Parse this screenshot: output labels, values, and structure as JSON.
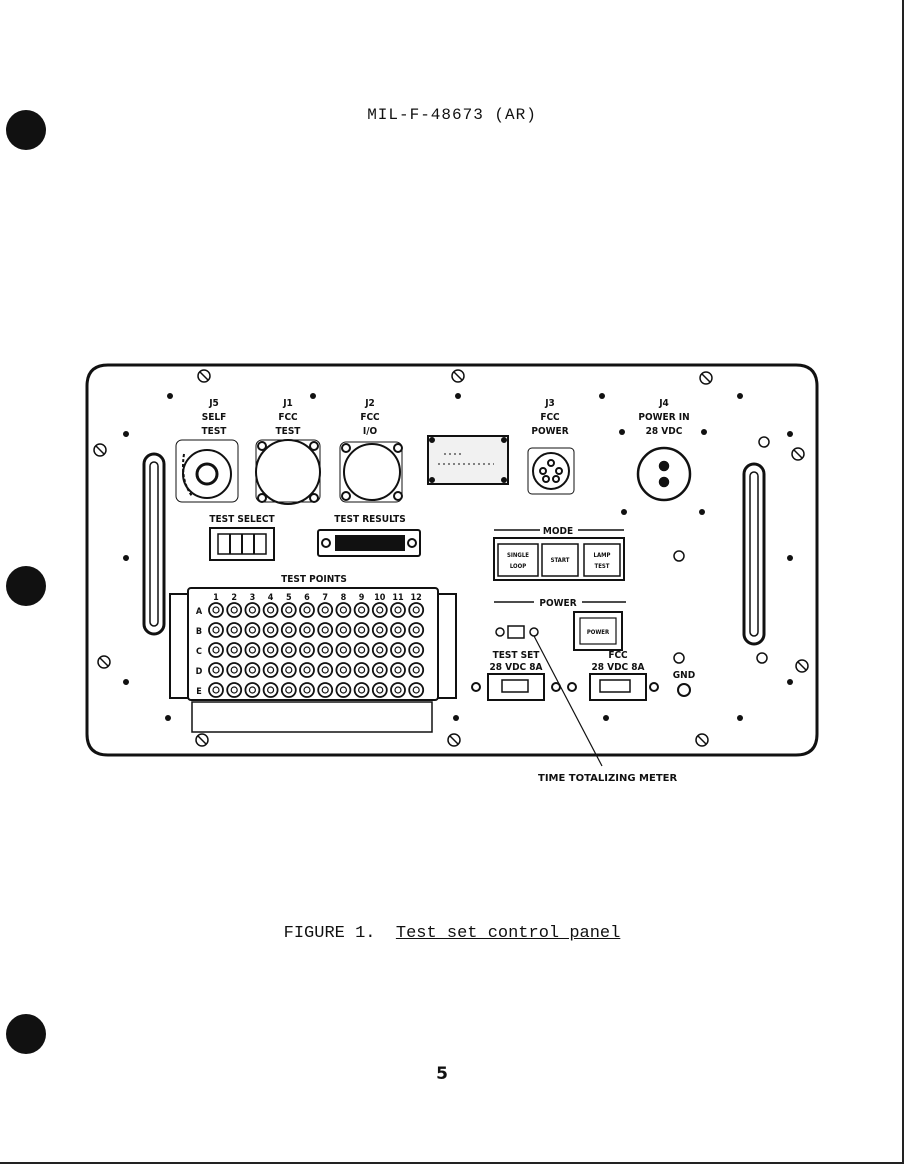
{
  "document": {
    "header": "MIL-F-48673 (AR)",
    "figure_label": "FIGURE 1.",
    "figure_title": "Test set control panel",
    "page_number": "5"
  },
  "panel": {
    "connectors": {
      "j5": {
        "id": "J5",
        "line1": "SELF",
        "line2": "TEST"
      },
      "j1": {
        "id": "J1",
        "line1": "FCC",
        "line2": "TEST"
      },
      "j2": {
        "id": "J2",
        "line1": "FCC",
        "line2": "I/O"
      },
      "j3": {
        "id": "J3",
        "line1": "FCC",
        "line2": "POWER"
      },
      "j4": {
        "id": "J4",
        "line1": "POWER IN",
        "line2": "28 VDC"
      }
    },
    "test_select_label": "TEST SELECT",
    "test_results_label": "TEST RESULTS",
    "test_points_label": "TEST POINTS",
    "test_points_columns": [
      "1",
      "2",
      "3",
      "4",
      "5",
      "6",
      "7",
      "8",
      "9",
      "10",
      "11",
      "12"
    ],
    "test_points_rows": [
      "A",
      "B",
      "C",
      "D",
      "E"
    ],
    "mode_label": "MODE",
    "mode_buttons": [
      {
        "line1": "SINGLE",
        "line2": "LOOP"
      },
      {
        "line1": "START",
        "line2": ""
      },
      {
        "line1": "LAMP",
        "line2": "TEST"
      }
    ],
    "power_label": "POWER",
    "power_button": "POWER",
    "test_set_breaker": {
      "line1": "TEST SET",
      "line2": "28 VDC 8A"
    },
    "fcc_breaker": {
      "line1": "FCC",
      "line2": "28 VDC 8A"
    },
    "gnd_label": "GND",
    "meter_callout": "TIME TOTALIZING METER"
  }
}
